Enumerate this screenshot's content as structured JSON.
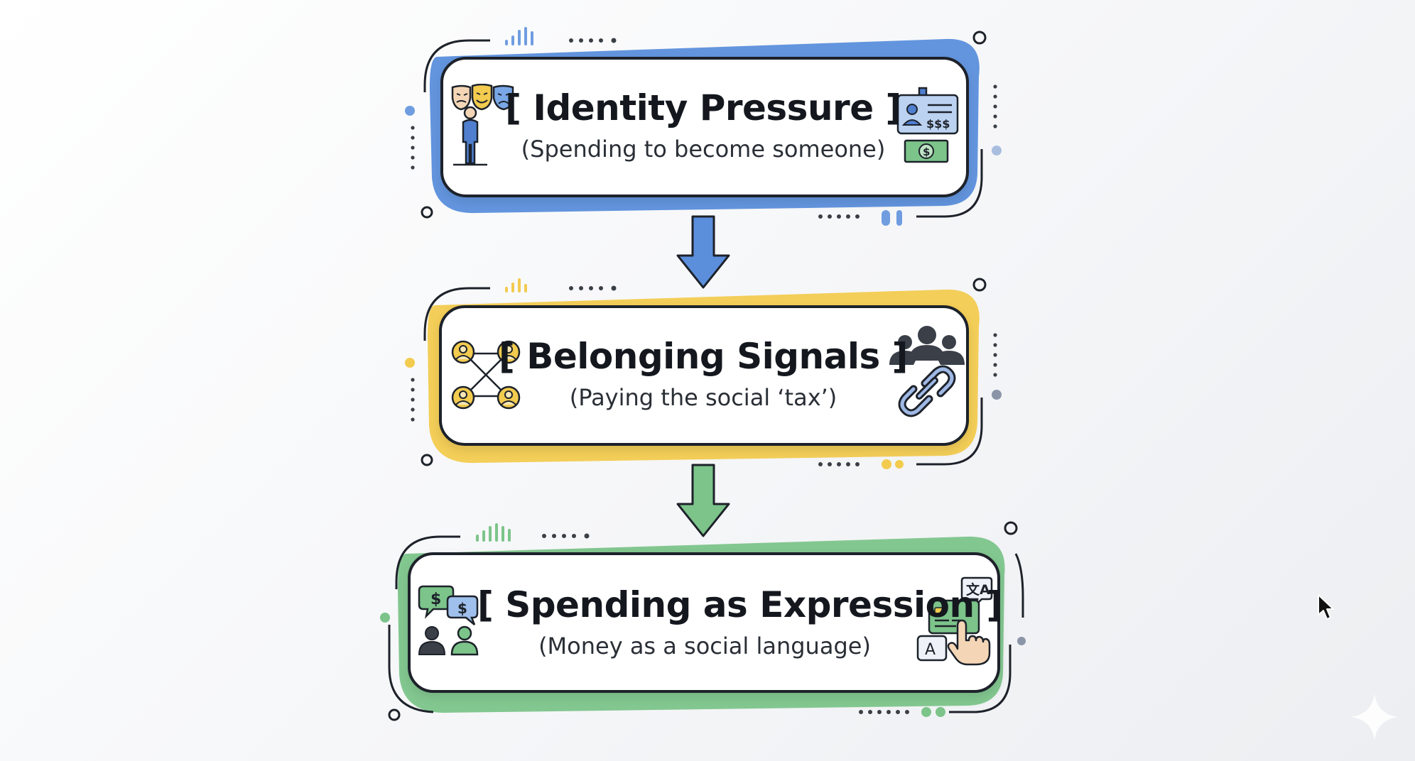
{
  "steps": [
    {
      "title": "[ Identity Pressure ]",
      "subtitle": "(Spending to become someone)",
      "accent": "#5b8fdc",
      "accent_light": "#b9cdef",
      "left_icon": "theater-masks-person-icon",
      "right_icon": "id-badge-money-icon"
    },
    {
      "title": "[ Belonging Signals ]",
      "subtitle": "(Paying the social ‘tax’)",
      "accent": "#f2cb4f",
      "accent_light": "#f6e3a3",
      "left_icon": "network-people-icon",
      "right_icon": "group-chain-link-icon"
    },
    {
      "title": "[ Spending as Expression ]",
      "subtitle": "(Money as a social language)",
      "accent": "#7cc48a",
      "accent_light": "#bfe3c5",
      "left_icon": "people-speech-money-icon",
      "right_icon": "card-translate-hand-icon"
    }
  ],
  "arrows": [
    {
      "from": 0,
      "to": 1,
      "color": "#5b8fdc"
    },
    {
      "from": 1,
      "to": 2,
      "color": "#7cc48a"
    }
  ],
  "outline_color": "#1d222a"
}
